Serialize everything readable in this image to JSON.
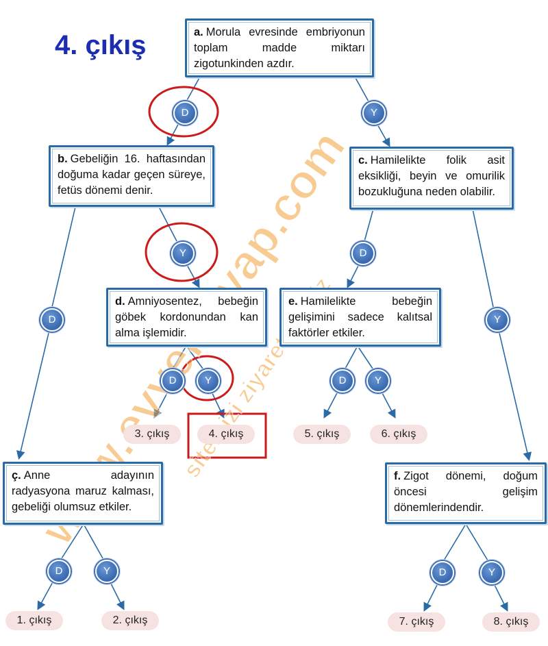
{
  "title": "4. çıkış",
  "boxes": {
    "a": {
      "key": "a.",
      "text": "Morula evresinde embriyonun toplam madde miktarı zigotunkinden azdır."
    },
    "b": {
      "key": "b.",
      "text": "Gebeliğin 16. haftasından doğuma kadar geçen süreye, fetüs dönemi denir."
    },
    "c": {
      "key": "c.",
      "text": "Hamilelikte folik asit eksikliği, beyin ve omurilik bozukluğuna neden olabilir."
    },
    "d": {
      "key": "d.",
      "text": "Amniyosentez, bebeğin göbek kordonundan kan alma işlemidir."
    },
    "e": {
      "key": "e.",
      "text": "Hamilelikte bebeğin gelişimini sadece kalıtsal faktörler etkiler."
    },
    "cc": {
      "key": "ç.",
      "text": "Anne adayının radyasyona maruz kalması, gebeliği olumsuz etkiler."
    },
    "f": {
      "key": "f.",
      "text": "Zigot dönemi, doğum öncesi gelişim dönemlerindendir."
    }
  },
  "nodes": {
    "a_d": "D",
    "a_y": "Y",
    "b_d": "D",
    "b_y": "Y",
    "c_d": "D",
    "c_y": "Y",
    "d_d": "D",
    "d_y": "Y",
    "e_d": "D",
    "e_y": "Y",
    "cc_d": "D",
    "cc_y": "Y",
    "f_d": "D",
    "f_y": "Y"
  },
  "exits": {
    "e1": "1. çıkış",
    "e2": "2. çıkış",
    "e3": "3. çıkış",
    "e4": "4. çıkış",
    "e5": "5. çıkış",
    "e6": "6. çıkış",
    "e7": "7. çıkış",
    "e8": "8. çıkış"
  },
  "watermark": {
    "main": "www.evvelcevap.com",
    "sub": "sitemizi ziyaret ediniz"
  },
  "colors": {
    "title": "#1c2db2",
    "box_border": "#2a6aa6",
    "node": "#3f6fb5",
    "exit_bg": "#f7e2e2",
    "highlight": "#cc1a1a",
    "watermark": "#f3a23a"
  }
}
